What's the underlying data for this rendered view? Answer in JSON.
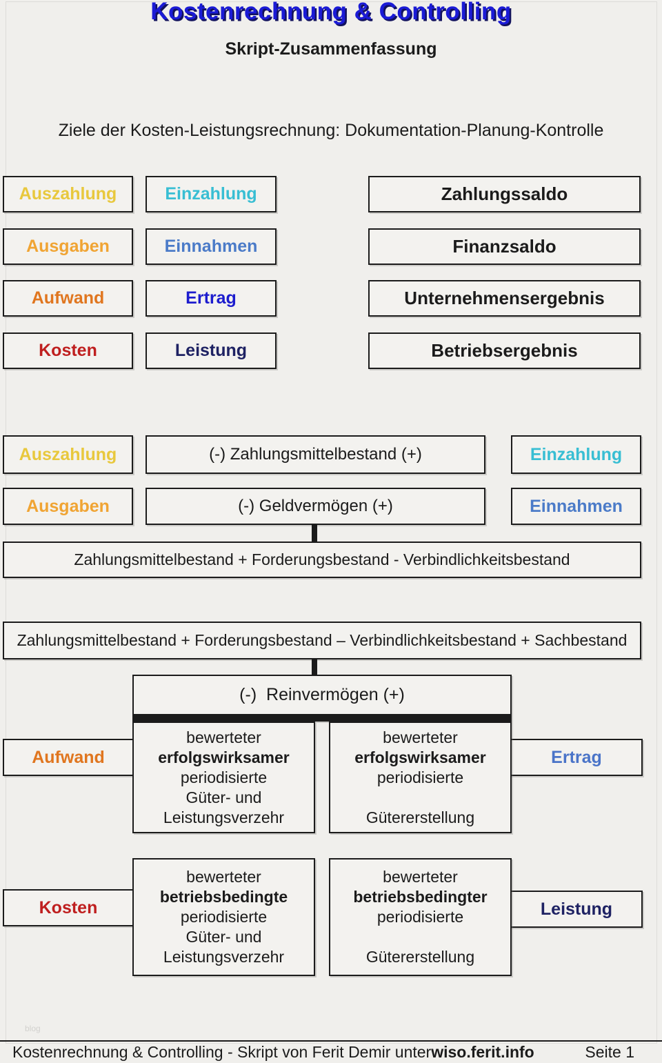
{
  "colors": {
    "page_bg": "#f0efec",
    "box_bg": "#f3f2ef",
    "ink": "#1b1b1b",
    "title_blue": "#1b1bd6",
    "title_shadow": "#12125e",
    "auszahlung": "#e8c83d",
    "ausgaben": "#f0a433",
    "aufwand": "#e0761f",
    "kosten": "#bf1f1f",
    "einzahlung": "#38bed3",
    "einnahmen": "#4b7bc8",
    "ertrag": "#1c1cce",
    "ertrag2": "#4a74c8",
    "leistung": "#1e2263"
  },
  "header": {
    "title": "Kostenrechnung & Controlling",
    "subtitle": "Skript-Zusammenfassung",
    "goals": "Ziele der Kosten-Leistungsrechnung: Dokumentation-Planung-Kontrolle"
  },
  "section1": {
    "rows": [
      {
        "left": "Auszahlung",
        "mid": "Einzahlung",
        "right": "Zahlungssaldo"
      },
      {
        "left": "Ausgaben",
        "mid": "Einnahmen",
        "right": "Finanzsaldo"
      },
      {
        "left": "Aufwand",
        "mid": "Ertrag",
        "right": "Unternehmensergebnis"
      },
      {
        "left": "Kosten",
        "mid": "Leistung",
        "right": "Betriebsergebnis"
      }
    ]
  },
  "section2": {
    "row1": {
      "left": "Auszahlung",
      "center": "(-) Zahlungsmittelbestand (+)",
      "right": "Einzahlung"
    },
    "row2": {
      "left": "Ausgaben",
      "center": "(-) Geldvermögen (+)",
      "right": "Einnahmen"
    },
    "formula1": "Zahlungsmittelbestand + Forderungsbestand - Verbindlichkeitsbestand",
    "formula2": "Zahlungsmittelbestand + Forderungsbestand – Verbindlichkeitsbestand + Sachbestand",
    "reinvermoegen": "(-)  Reinvermögen (+)"
  },
  "matrix": {
    "row1": {
      "label_left": "Aufwand",
      "label_right": "Ertrag",
      "cell_left": {
        "l1": "bewerteter",
        "l2": "erfolgswirksamer",
        "l3": "periodisierte",
        "l4": "Güter- und",
        "l5": "Leistungsverzehr"
      },
      "cell_right": {
        "l1": "bewerteter",
        "l2": "erfolgswirksamer",
        "l3": "periodisierte",
        "l4": "",
        "l5": "Gütererstellung"
      }
    },
    "row2": {
      "label_left": "Kosten",
      "label_right": "Leistung",
      "cell_left": {
        "l1": "bewerteter",
        "l2": "betriebsbedingte",
        "l3": "periodisierte",
        "l4": "Güter- und",
        "l5": "Leistungsverzehr"
      },
      "cell_right": {
        "l1": "bewerteter",
        "l2": "betriebsbedingter",
        "l3": "periodisierte",
        "l4": "",
        "l5": "Gütererstellung"
      }
    }
  },
  "watermark": "blog",
  "footer": {
    "text": "Kostenrechnung & Controlling - Skript von Ferit Demir unter ",
    "site": "wiso.ferit.info",
    "page": "Seite 1"
  }
}
